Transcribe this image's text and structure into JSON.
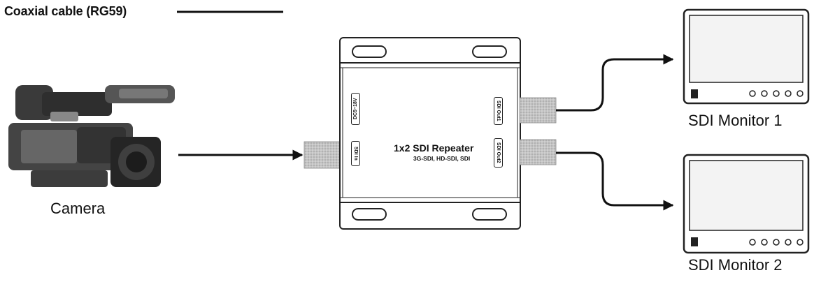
{
  "legend": {
    "cable_label": "Coaxial cable (RG59)"
  },
  "camera": {
    "label": "Camera",
    "icon": "camera-icon"
  },
  "repeater": {
    "title": "1x2 SDI Repeater",
    "subtitle": "3G-SDI, HD-SDI, SDI",
    "ports": {
      "dc": "DC5~18V",
      "input": "SDI In",
      "out1": "SDI Out1",
      "out2": "SDI Out2"
    }
  },
  "monitors": [
    {
      "label": "SDI Monitor 1",
      "icon": "monitor-icon"
    },
    {
      "label": "SDI Monitor 2",
      "icon": "monitor-icon"
    }
  ],
  "colors": {
    "line": "#111111",
    "cable_jacket": "#b9b9b9",
    "device_stroke": "#222222"
  }
}
